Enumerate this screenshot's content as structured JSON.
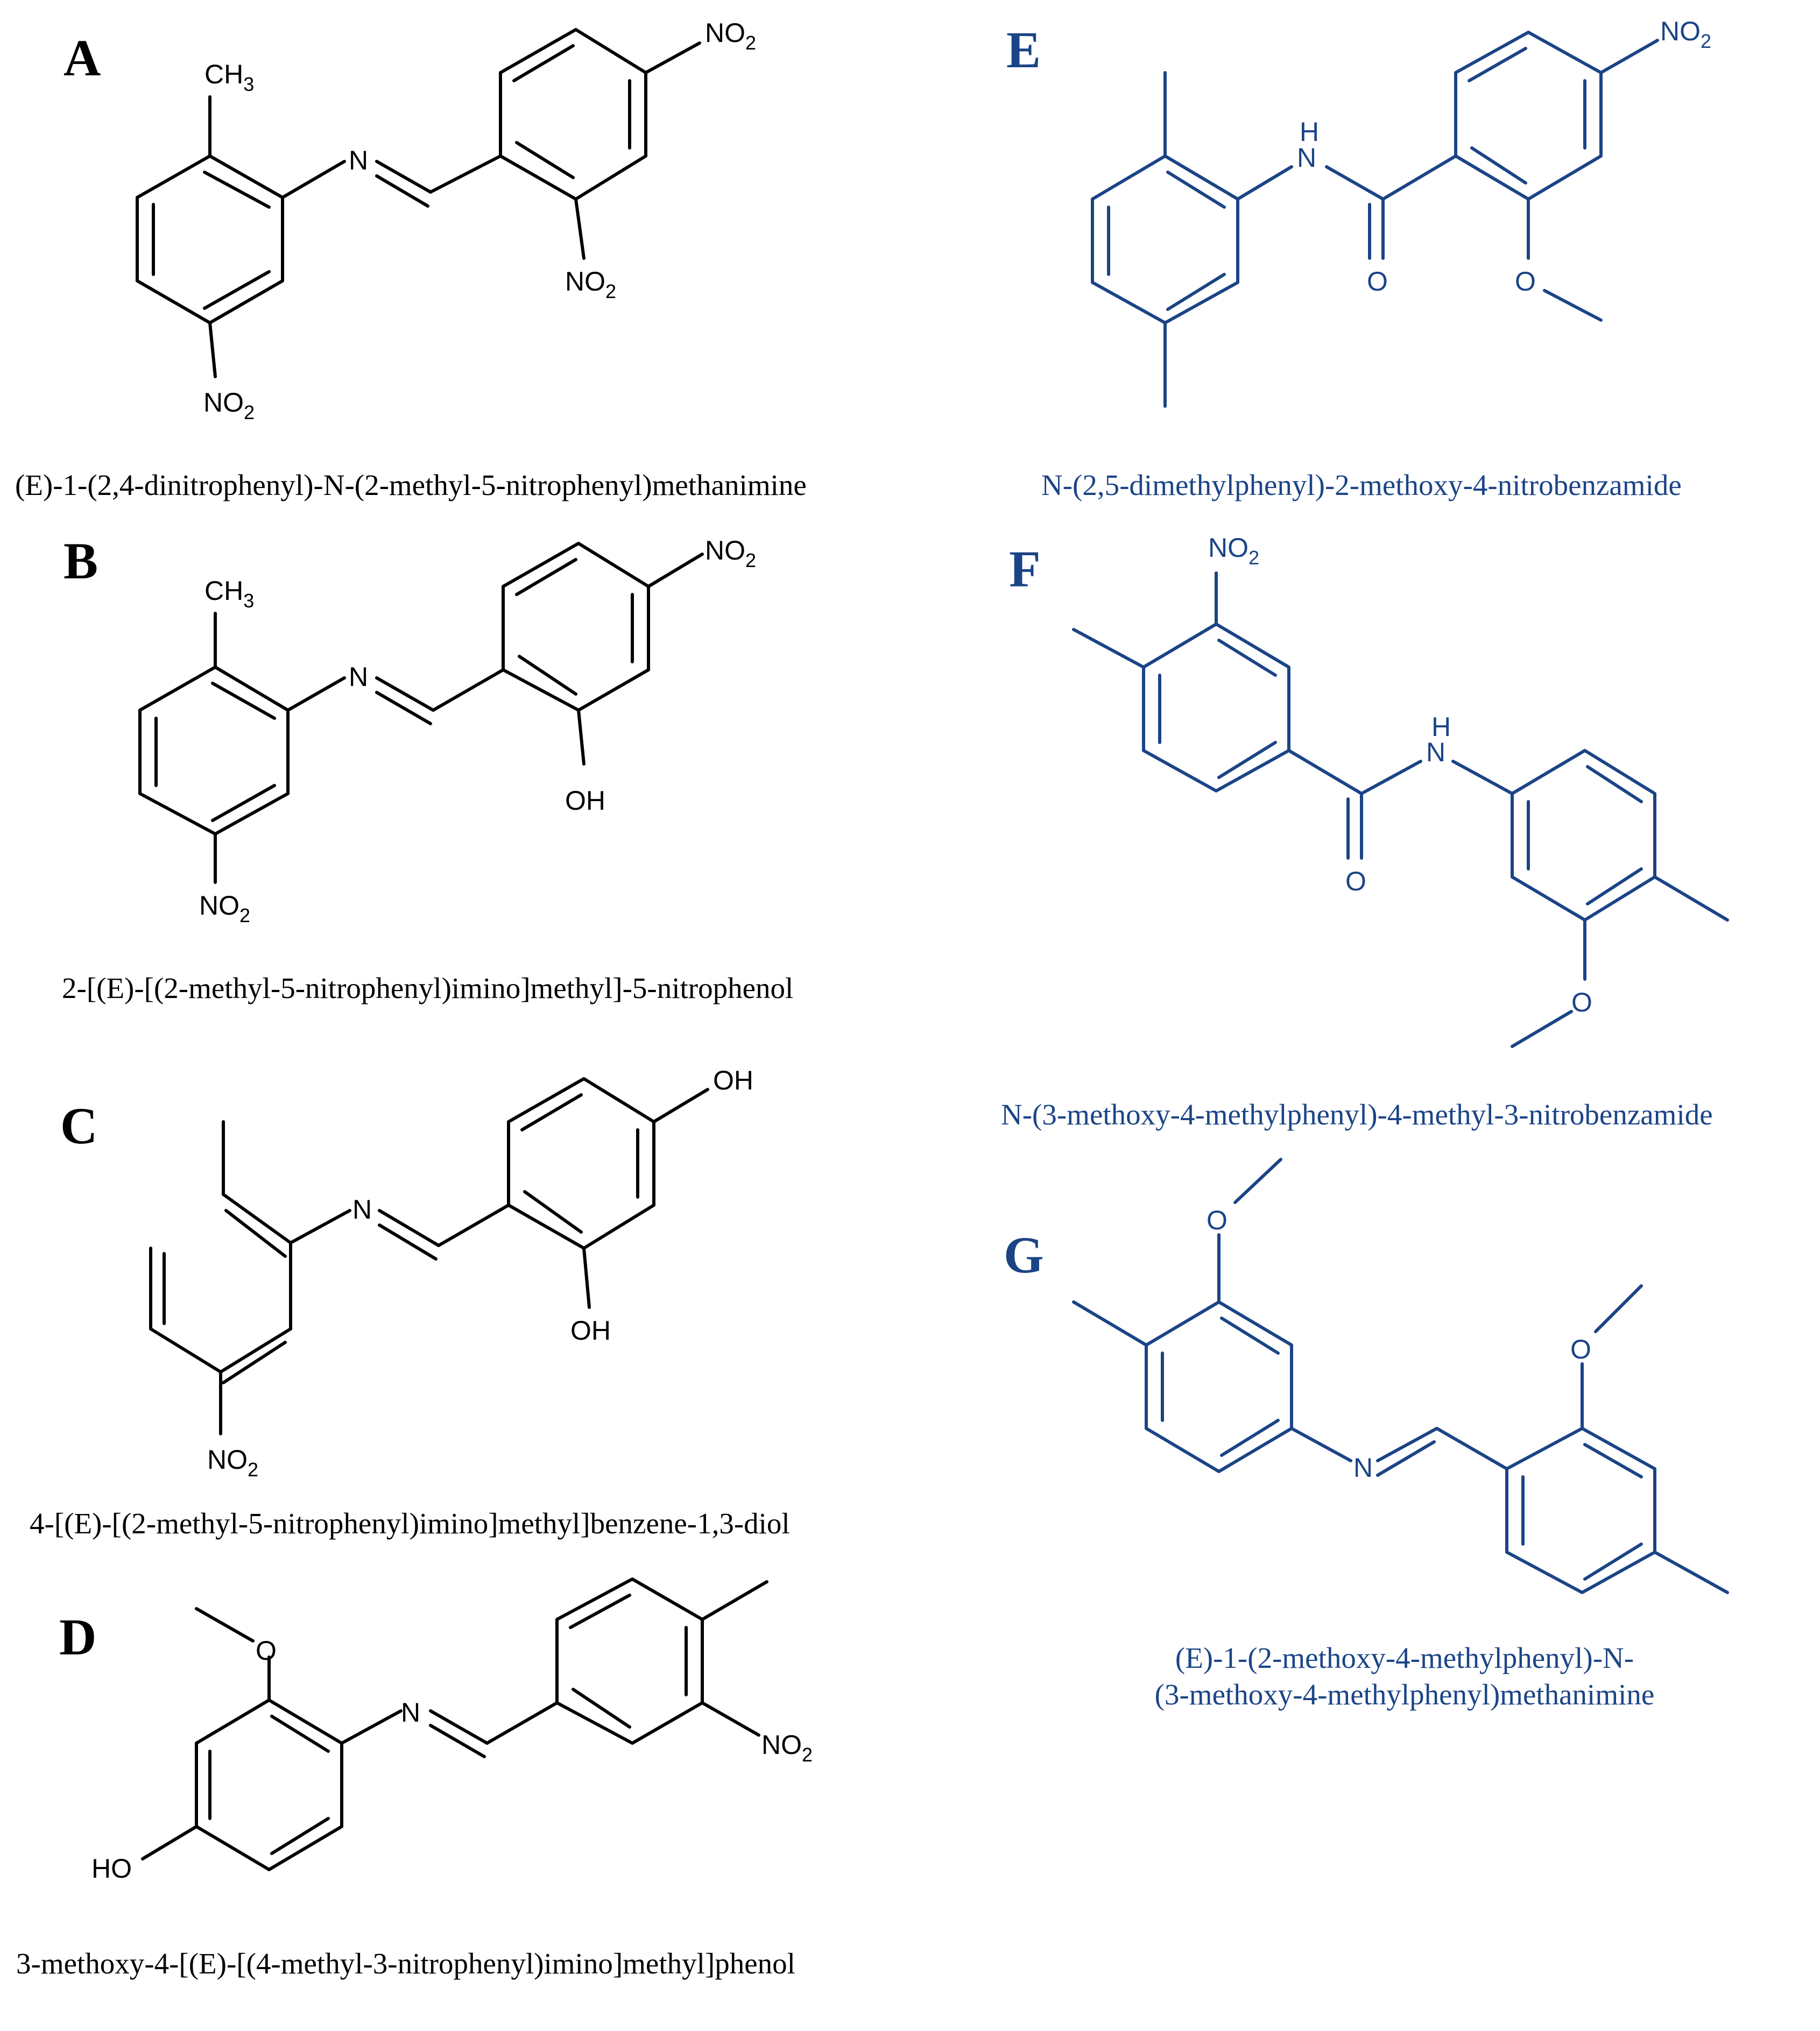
{
  "colors": {
    "black": "#000000",
    "blue": "#1b4486"
  },
  "labels": {
    "NO2": "NO",
    "sub2": "2",
    "CH3": "CH",
    "sub3": "3",
    "N": "N",
    "H": "H",
    "O": "O",
    "OH": "OH",
    "HO": "HO"
  },
  "panels": [
    {
      "letter": "A",
      "caption": "(E)-1-(2,4-dinitrophenyl)-N-(2-methyl-5-nitrophenyl)methanimine"
    },
    {
      "letter": "B",
      "caption": "2-[(E)-[(2-methyl-5-nitrophenyl)imino]methyl]-5-nitrophenol"
    },
    {
      "letter": "C",
      "caption": "4-[(E)-[(2-methyl-5-nitrophenyl)imino]methyl]benzene-1,3-diol"
    },
    {
      "letter": "D",
      "caption": "3-methoxy-4-[(E)-[(4-methyl-3-nitrophenyl)imino]methyl]phenol"
    },
    {
      "letter": "E",
      "caption": "N-(2,5-dimethylphenyl)-2-methoxy-4-nitrobenzamide"
    },
    {
      "letter": "F",
      "caption": "N-(3-methoxy-4-methylphenyl)-4-methyl-3-nitrobenzamide"
    },
    {
      "letter": "G",
      "caption_line1": "(E)-1-(2-methoxy-4-methylphenyl)-N-",
      "caption_line2": "(3-methoxy-4-methylphenyl)methanimine"
    }
  ]
}
